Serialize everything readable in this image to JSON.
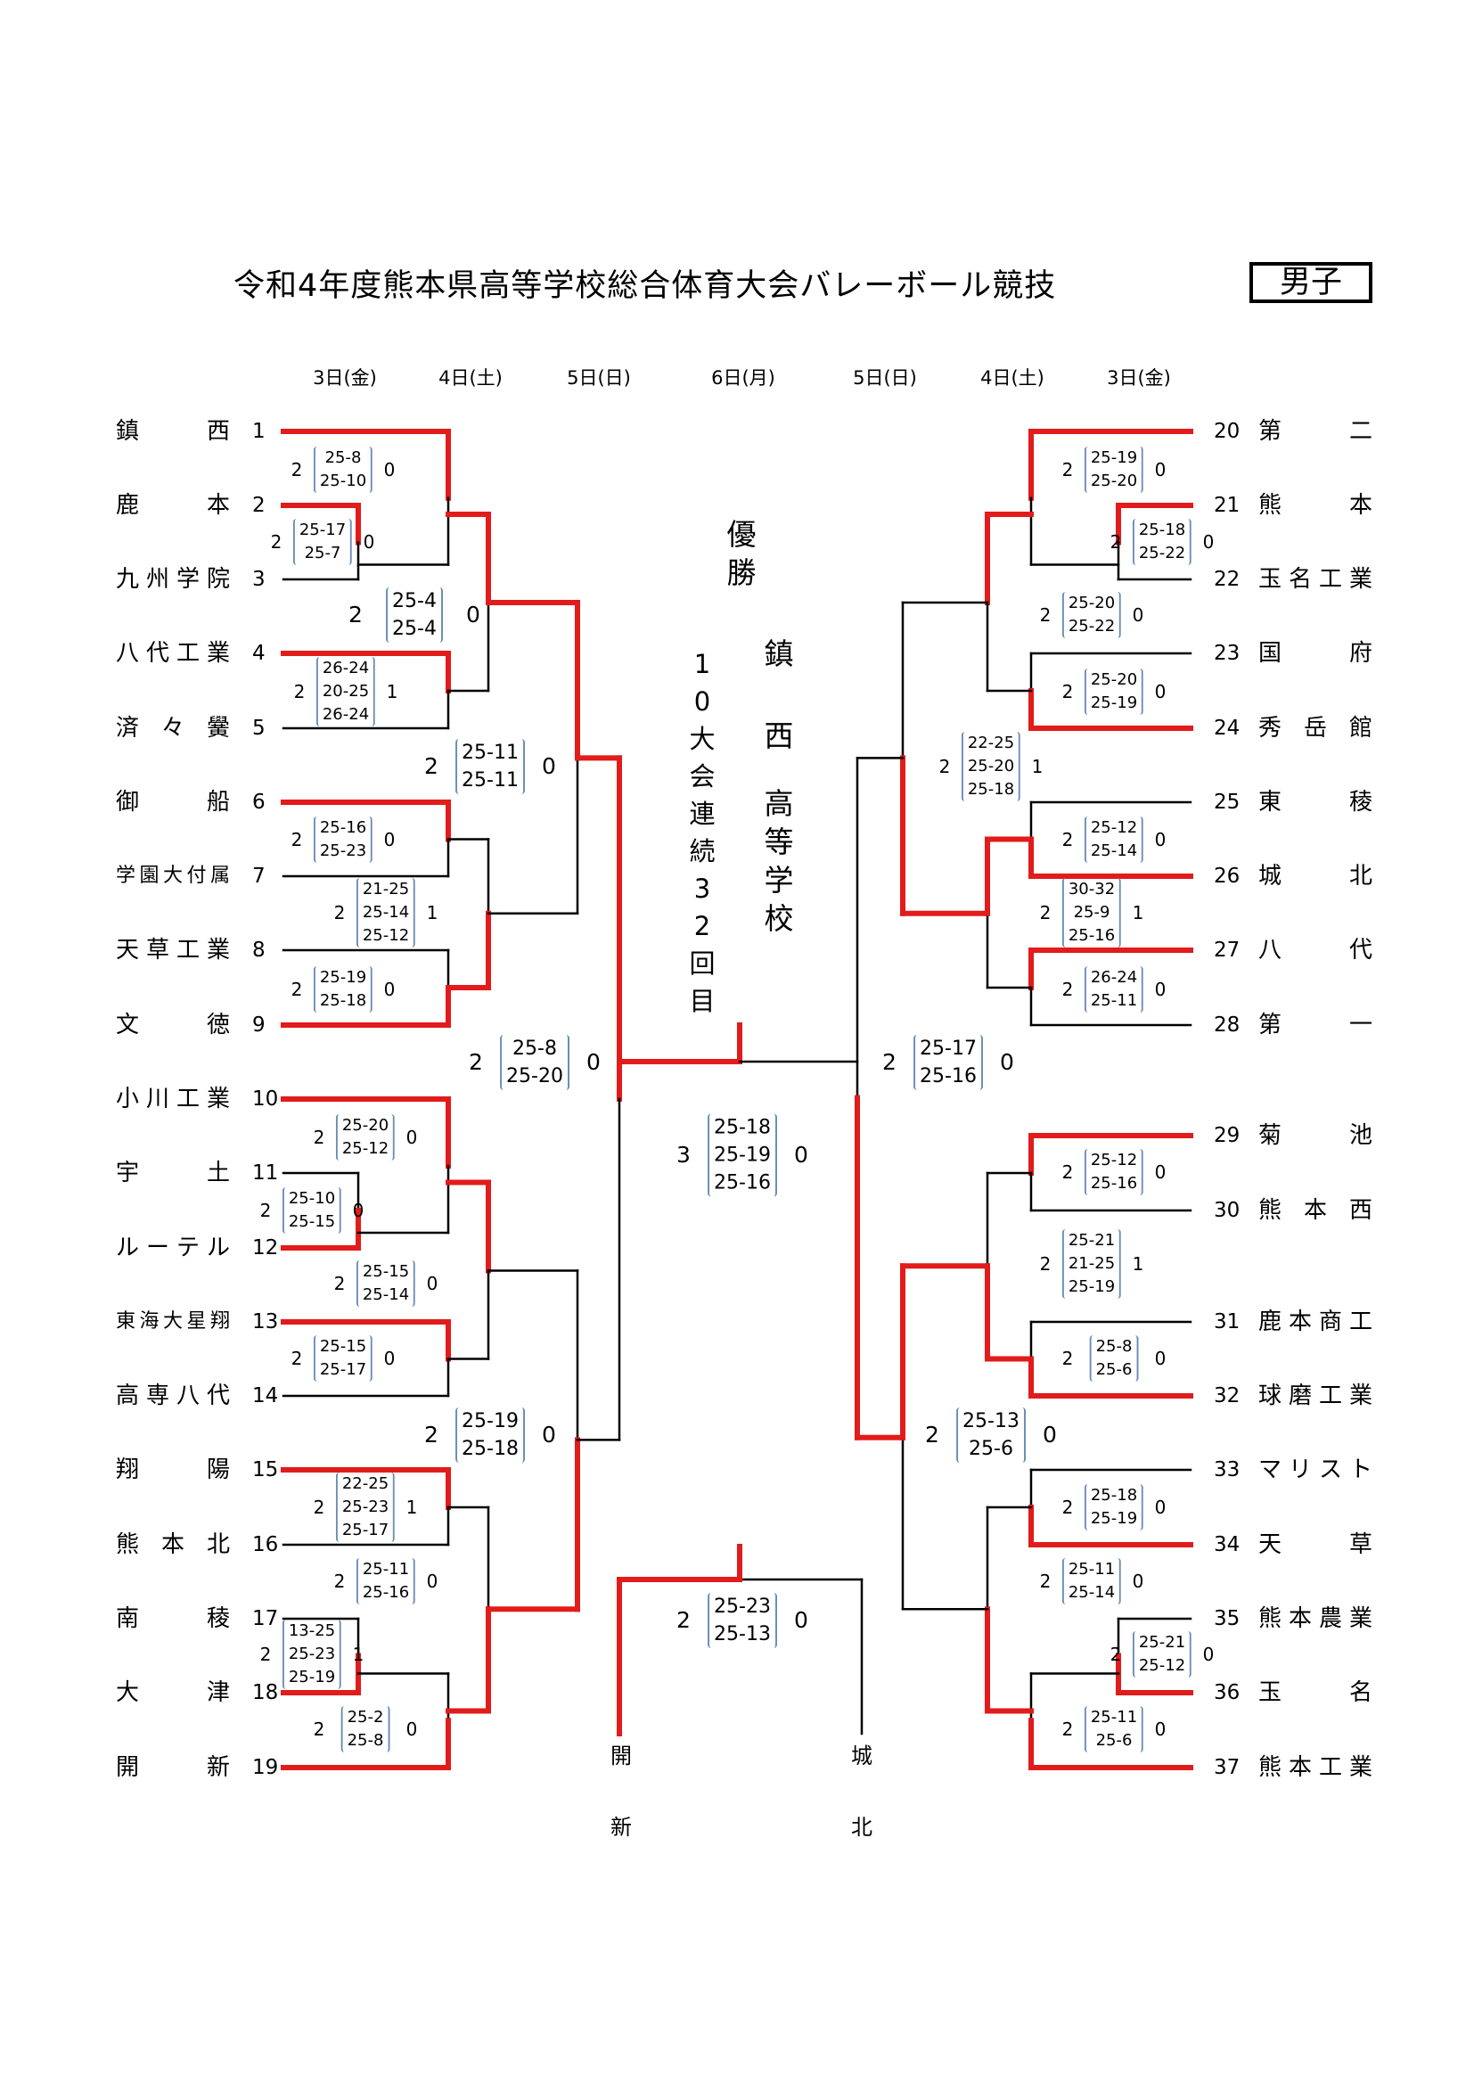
{
  "title": "令和4年度熊本県高等学校総合体育大会バレーボール競技",
  "division": "男子",
  "days_left": [
    "3日(金)",
    "4日(土)",
    "5日(日)"
  ],
  "day_center": "6日(月)",
  "days_right": [
    "5日(日)",
    "4日(土)",
    "3日(金)"
  ],
  "champion": {
    "label_chars": [
      "優",
      "勝"
    ],
    "school_chars": [
      "鎮",
      "西",
      "高",
      "等",
      "学",
      "校"
    ],
    "consecutive_chars": [
      "1",
      "0",
      "大",
      "会",
      "連",
      "続",
      "3",
      "2",
      "回",
      "目"
    ]
  },
  "teams_left": [
    {
      "no": "1",
      "name": "鎮　　西"
    },
    {
      "no": "2",
      "name": "鹿　　本"
    },
    {
      "no": "3",
      "name": "九州学院"
    },
    {
      "no": "4",
      "name": "八代工業"
    },
    {
      "no": "5",
      "name": "済々黌"
    },
    {
      "no": "6",
      "name": "御　　船"
    },
    {
      "no": "7",
      "name": "学園大付属"
    },
    {
      "no": "8",
      "name": "天草工業"
    },
    {
      "no": "9",
      "name": "文　　徳"
    },
    {
      "no": "10",
      "name": "小川工業"
    },
    {
      "no": "11",
      "name": "宇　　土"
    },
    {
      "no": "12",
      "name": "ルーテル"
    },
    {
      "no": "13",
      "name": "東海大星翔"
    },
    {
      "no": "14",
      "name": "高専八代"
    },
    {
      "no": "15",
      "name": "翔　　陽"
    },
    {
      "no": "16",
      "name": "熊本北"
    },
    {
      "no": "17",
      "name": "南　　稜"
    },
    {
      "no": "18",
      "name": "大　　津"
    },
    {
      "no": "19",
      "name": "開　　新"
    }
  ],
  "teams_right": [
    {
      "no": "20",
      "name": "第　　二"
    },
    {
      "no": "21",
      "name": "熊　　本"
    },
    {
      "no": "22",
      "name": "玉名工業"
    },
    {
      "no": "23",
      "name": "国　　府"
    },
    {
      "no": "24",
      "name": "秀岳館"
    },
    {
      "no": "25",
      "name": "東　　稜"
    },
    {
      "no": "26",
      "name": "城　　北"
    },
    {
      "no": "27",
      "name": "八　　代"
    },
    {
      "no": "28",
      "name": "第　　一"
    },
    {
      "no": "29",
      "name": "菊　　池"
    },
    {
      "no": "30",
      "name": "熊本西"
    },
    {
      "no": "31",
      "name": "鹿本商工"
    },
    {
      "no": "32",
      "name": "球磨工業"
    },
    {
      "no": "33",
      "name": "マリスト"
    },
    {
      "no": "34",
      "name": "天　　草"
    },
    {
      "no": "35",
      "name": "熊本農業"
    },
    {
      "no": "36",
      "name": "玉　　名"
    },
    {
      "no": "37",
      "name": "熊本工業"
    }
  ],
  "matches": [
    {
      "id": "L1",
      "sets": [
        "25-8",
        "25-10"
      ],
      "win": "2",
      "lose": "0"
    },
    {
      "id": "L2",
      "sets": [
        "25-17",
        "25-7"
      ],
      "win": "2",
      "lose": "0"
    },
    {
      "id": "L3",
      "sets": [
        "25-4",
        "25-4"
      ],
      "win": "2",
      "lose": "0"
    },
    {
      "id": "L4",
      "sets": [
        "26-24",
        "20-25",
        "26-24"
      ],
      "win": "2",
      "lose": "1"
    },
    {
      "id": "L5",
      "sets": [
        "25-11",
        "25-11"
      ],
      "win": "2",
      "lose": "0"
    },
    {
      "id": "L6",
      "sets": [
        "25-16",
        "25-23"
      ],
      "win": "2",
      "lose": "0"
    },
    {
      "id": "L7",
      "sets": [
        "21-25",
        "25-14",
        "25-12"
      ],
      "win": "2",
      "lose": "1"
    },
    {
      "id": "L8",
      "sets": [
        "25-19",
        "25-18"
      ],
      "win": "2",
      "lose": "0"
    },
    {
      "id": "L9",
      "sets": [
        "25-8",
        "25-20"
      ],
      "win": "2",
      "lose": "0"
    },
    {
      "id": "L10",
      "sets": [
        "25-20",
        "25-12"
      ],
      "win": "2",
      "lose": "0"
    },
    {
      "id": "L11",
      "sets": [
        "25-10",
        "25-15"
      ],
      "win": "2",
      "lose": "0"
    },
    {
      "id": "L12",
      "sets": [
        "25-15",
        "25-14"
      ],
      "win": "2",
      "lose": "0"
    },
    {
      "id": "L13",
      "sets": [
        "25-15",
        "25-17"
      ],
      "win": "2",
      "lose": "0"
    },
    {
      "id": "L14",
      "sets": [
        "25-19",
        "25-18"
      ],
      "win": "2",
      "lose": "0"
    },
    {
      "id": "L15",
      "sets": [
        "22-25",
        "25-23",
        "25-17"
      ],
      "win": "2",
      "lose": "1"
    },
    {
      "id": "L16",
      "sets": [
        "25-11",
        "25-16"
      ],
      "win": "2",
      "lose": "0"
    },
    {
      "id": "L17",
      "sets": [
        "13-25",
        "25-23",
        "25-19"
      ],
      "win": "2",
      "lose": "1"
    },
    {
      "id": "L18",
      "sets": [
        "25-2",
        "25-8"
      ],
      "win": "2",
      "lose": "0"
    },
    {
      "id": "R1",
      "sets": [
        "25-19",
        "25-20"
      ],
      "win": "2",
      "lose": "0"
    },
    {
      "id": "R2",
      "sets": [
        "25-18",
        "25-22"
      ],
      "win": "2",
      "lose": "0"
    },
    {
      "id": "R3",
      "sets": [
        "25-20",
        "25-22"
      ],
      "win": "2",
      "lose": "0"
    },
    {
      "id": "R4",
      "sets": [
        "25-20",
        "25-19"
      ],
      "win": "2",
      "lose": "0"
    },
    {
      "id": "R5",
      "sets": [
        "22-25",
        "25-20",
        "25-18"
      ],
      "win": "2",
      "lose": "1"
    },
    {
      "id": "R6",
      "sets": [
        "25-12",
        "25-14"
      ],
      "win": "2",
      "lose": "0"
    },
    {
      "id": "R7",
      "sets": [
        "30-32",
        "25-9",
        "25-16"
      ],
      "win": "2",
      "lose": "1"
    },
    {
      "id": "R8",
      "sets": [
        "26-24",
        "25-11"
      ],
      "win": "2",
      "lose": "0"
    },
    {
      "id": "R9",
      "sets": [
        "25-17",
        "25-16"
      ],
      "win": "2",
      "lose": "0"
    },
    {
      "id": "R10",
      "sets": [
        "25-12",
        "25-16"
      ],
      "win": "2",
      "lose": "0"
    },
    {
      "id": "R11",
      "sets": [
        "25-21",
        "21-25",
        "25-19"
      ],
      "win": "2",
      "lose": "1"
    },
    {
      "id": "R12",
      "sets": [
        "25-8",
        "25-6"
      ],
      "win": "2",
      "lose": "0"
    },
    {
      "id": "R13",
      "sets": [
        "25-13",
        "25-6"
      ],
      "win": "2",
      "lose": "0"
    },
    {
      "id": "R14",
      "sets": [
        "25-18",
        "25-19"
      ],
      "win": "2",
      "lose": "0"
    },
    {
      "id": "R15",
      "sets": [
        "25-11",
        "25-14"
      ],
      "win": "2",
      "lose": "0"
    },
    {
      "id": "R16",
      "sets": [
        "25-21",
        "25-12"
      ],
      "win": "2",
      "lose": "0"
    },
    {
      "id": "R17",
      "sets": [
        "25-11",
        "25-6"
      ],
      "win": "2",
      "lose": "0"
    },
    {
      "id": "F",
      "sets": [
        "25-18",
        "25-19",
        "25-16"
      ],
      "win": "3",
      "lose": "0"
    },
    {
      "id": "SF",
      "sets": [
        "25-23",
        "25-13"
      ],
      "win": "2",
      "lose": "0"
    }
  ],
  "semi_left": [
    "開",
    "新"
  ],
  "semi_right": [
    "城",
    "北"
  ],
  "colors": {
    "winner_line": "#e21b1b",
    "line": "#000000",
    "set_bracket": "#6a8cb4"
  }
}
